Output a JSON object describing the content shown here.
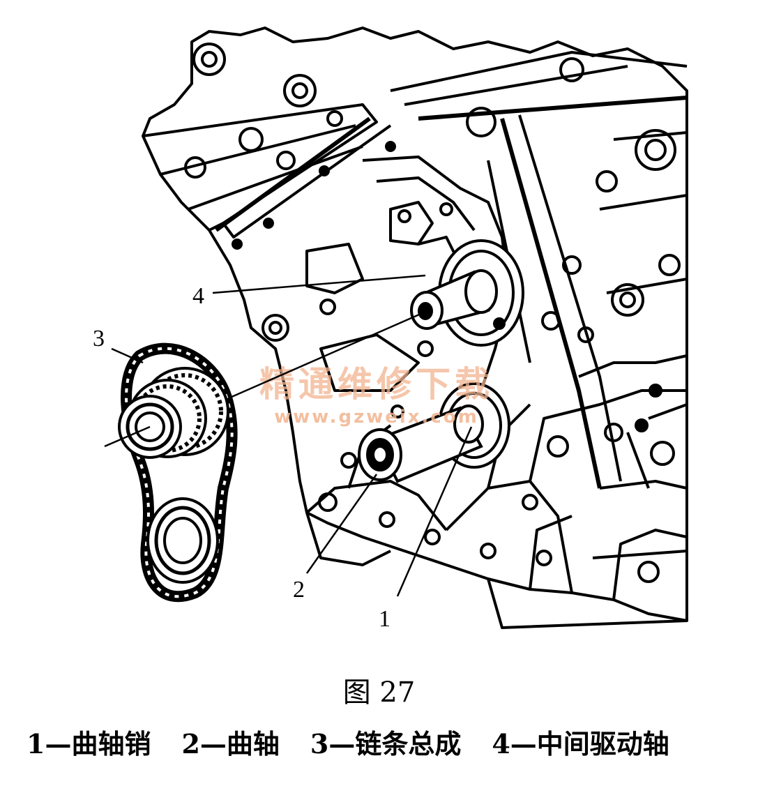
{
  "figure": {
    "callouts": {
      "c1": "1",
      "c2": "2",
      "c3": "3",
      "c4": "4"
    },
    "watermark": {
      "line1": "精通维修下载",
      "line2": "www.gzweix.com"
    },
    "caption": "图 27"
  },
  "legend": [
    {
      "text": "1—曲轴销"
    },
    {
      "text": "2—曲轴"
    },
    {
      "text": "3—链条总成"
    },
    {
      "text": "4—中间驱动轴"
    }
  ],
  "colors": {
    "ink": "#000000",
    "watermark": "#f2b48f",
    "background": "#ffffff"
  }
}
